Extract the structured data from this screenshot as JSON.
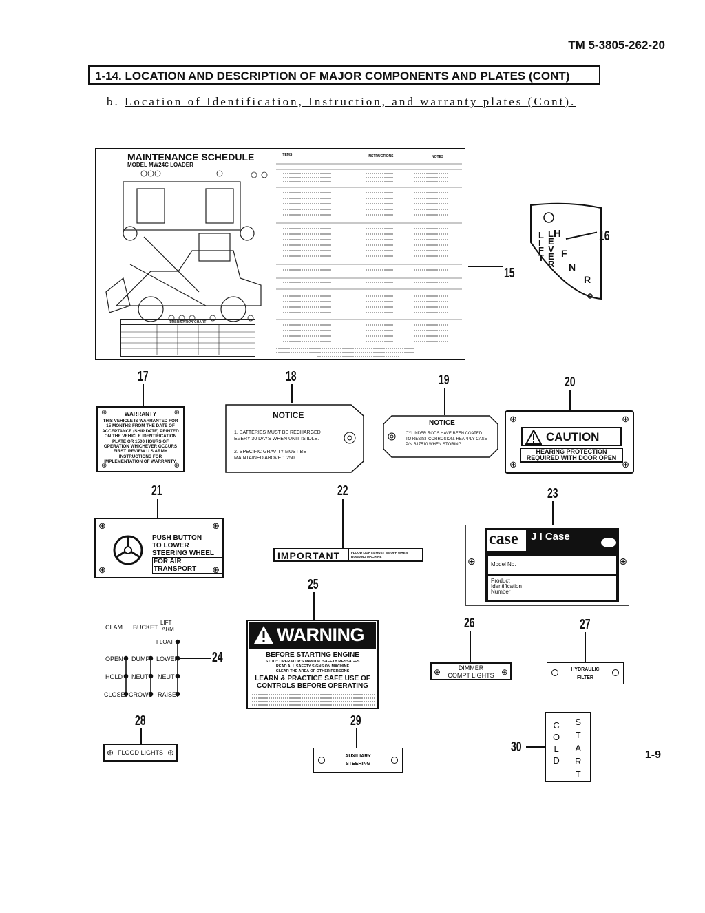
{
  "header": {
    "tm_number": "TM  5-3805-262-20",
    "page_number": "1-9"
  },
  "section": {
    "title": "1-14.  LOCATION AND DESCRIPTION OF MAJOR COMPONENTS AND PLATES (CONT)",
    "subtitle_prefix": "b. ",
    "subtitle": "Location of Identification, Instruction, and warranty plates (Cont)."
  },
  "maintenance": {
    "title": "MAINTENANCE SCHEDULE",
    "model": "MODEL MW24C LOADER",
    "col_items": "ITEMS",
    "col_instructions": "INSTRUCTIONS",
    "col_notes": "NOTES",
    "lube_chart": "LUBRICATION CHART"
  },
  "callouts": {
    "c15": "15",
    "c16": "16",
    "c17": "17",
    "c18": "18",
    "c19": "19",
    "c20": "20",
    "c21": "21",
    "c22": "22",
    "c23": "23",
    "c24": "24",
    "c25": "25",
    "c26": "26",
    "c27": "27",
    "c28": "28",
    "c29": "29",
    "c30": "30"
  },
  "lever": {
    "l1": "L",
    "l2": "I",
    "l3": "F",
    "l4": "T",
    "h1": "L",
    "h2": "H",
    "e1": "E",
    "e2": "V",
    "e3": "E",
    "e4": "R",
    "f": "F",
    "n": "N",
    "r": "R"
  },
  "warranty": {
    "title": "WARRANTY",
    "text": "THIS VEHICLE IS WARRANTED FOR 15 MONTHS FROM THE DATE OF ACCEPTANCE (SHIP DATE) PRINTED ON THE VEHICLE IDENTIFICATION PLATE OR 1500 HOURS OF OPERATION WHICHEVER OCCURS FIRST. REVIEW U.S ARMY INSTRUCTIONS FOR IMPLEMENTATION OF WARRANTY."
  },
  "notice1": {
    "title": "NOTICE",
    "line1": "1. BATTERIES MUST BE RECHARGED EVERY 30 DAYS WHEN UNIT IS IDLE.",
    "line2": "2. SPECIFIC GRAVITY MUST BE MAINTAINED ABOVE 1.250."
  },
  "notice2": {
    "title": "NOTICE",
    "text": "CYLINDER RODS HAVE BEEN COATED TO RESIST CORROSION. REAPPLY CASE P/N B17510 WHEN STORING."
  },
  "caution": {
    "title": "CAUTION",
    "line1": "HEARING PROTECTION",
    "line2": "REQUIRED WITH DOOR OPEN"
  },
  "push": {
    "l1": "PUSH BUTTON",
    "l2": "TO LOWER",
    "l3": "STEERING WHEEL",
    "l4": "FOR AIR TRANSPORT"
  },
  "important": {
    "title": "IMPORTANT",
    "text": "FLOOD LIGHTS MUST BE OFF WHEN ROADING MACHINE"
  },
  "case": {
    "brand": "case",
    "jicase": "J I Case",
    "model": "Model No.",
    "pin1": "Product",
    "pin2": "Identification",
    "pin3": "Number"
  },
  "controls": {
    "clam": "CLAM",
    "bucket": "BUCKET",
    "lift": "LIFT",
    "arm": "ARM",
    "float": "FLOAT",
    "open": "OPEN",
    "dump": "DUMP",
    "lower": "LOWER",
    "hold": "HOLD",
    "neut1": "NEUT",
    "neut2": "NEUT",
    "close": "CLOSE",
    "crowd": "CROWD",
    "raise": "RAISE"
  },
  "warning": {
    "title": "WARNING",
    "l1": "BEFORE STARTING ENGINE",
    "l2": "STUDY OPERATOR'S MANUAL SAFETY MESSAGES",
    "l3": "READ ALL SAFETY SIGNS ON MACHINE",
    "l4": "CLEAR THE AREA OF OTHER PERSONS",
    "l5": "LEARN & PRACTICE SAFE USE OF",
    "l6": "CONTROLS BEFORE OPERATING"
  },
  "dimmer": {
    "l1": "DIMMER",
    "l2": "COMPT LIGHTS"
  },
  "hydraulic": {
    "l1": "HYDRAULIC",
    "l2": "FILTER"
  },
  "flood": {
    "text": "FLOOD LIGHTS"
  },
  "aux": {
    "l1": "AUXILIARY",
    "l2": "STEERING"
  },
  "coldstart": {
    "c": "C",
    "o": "O",
    "l": "L",
    "d": "D",
    "s": "S",
    "t": "T",
    "a": "A",
    "r": "R",
    "t2": "T"
  }
}
